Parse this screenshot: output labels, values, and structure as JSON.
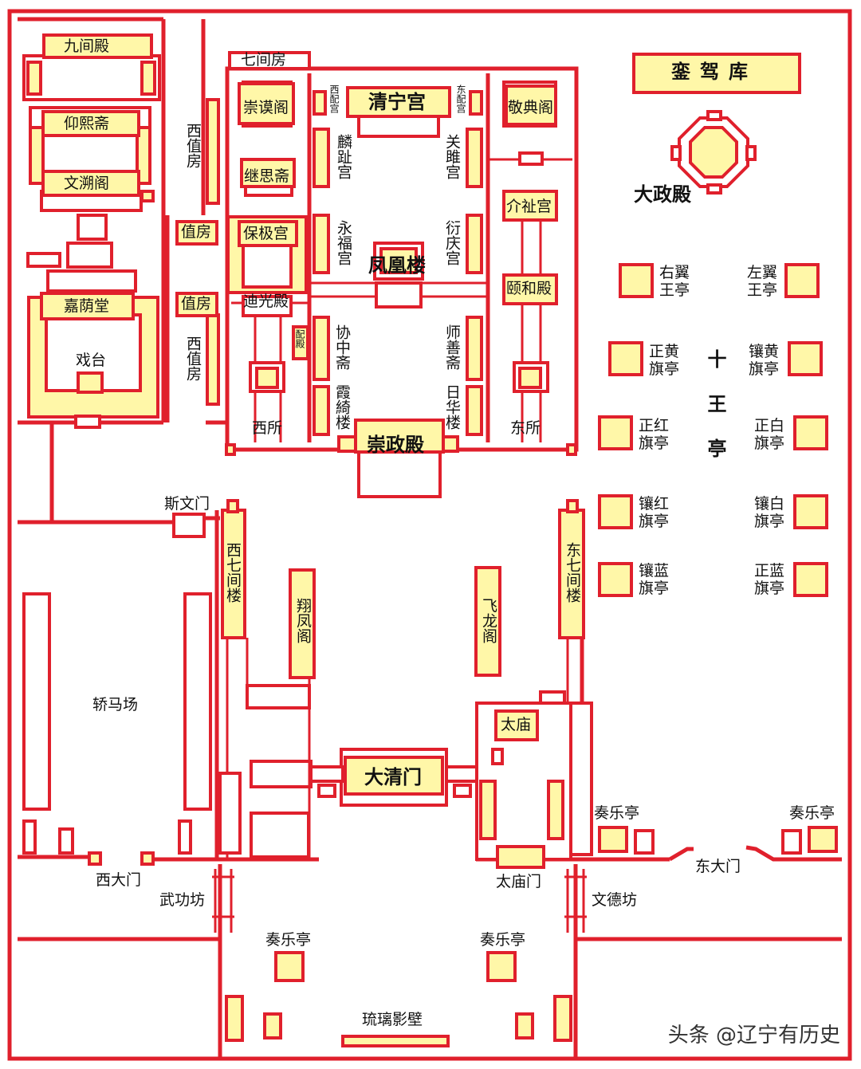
{
  "colors": {
    "wall": "#e0202c",
    "building": "#fff7a8",
    "background": "#ffffff"
  },
  "labels": {
    "jiujiandian": "九间殿",
    "yangxizhai": "仰熙斋",
    "wensuge": "文溯阁",
    "jiayintang": "嘉荫堂",
    "xitai": "戏台",
    "xizhifang_1": "西值房",
    "xizhifang_2": "西值房",
    "zhifang_1": "值房",
    "zhifang_2": "值房",
    "qijianfang": "七间房",
    "chongmoge": "崇谟阁",
    "jisizhai": "继思斋",
    "baojigong": "保极宫",
    "diguangdian": "迪光殿",
    "peidian": "配殿",
    "xisuo": "西所",
    "xipeigong": "西配宫",
    "dongpeigong": "东配宫",
    "qingninggong": "清宁宫",
    "linzhigong": "麟趾宫",
    "yongfugong": "永福宫",
    "guanjugong": "关雎宫",
    "yanqinggong": "衍庆宫",
    "fenghuanglou": "凤凰楼",
    "xiezhongzhai": "协中斋",
    "xiaqilou": "霞綺楼",
    "shishanzhai": "师善斋",
    "rihualou": "日华楼",
    "chongzhengdian": "崇政殿",
    "jingdiange": "敬典阁",
    "jiezhigong": "介祉宫",
    "yihedian": "颐和殿",
    "dongsuo": "东所",
    "luanjiaku": "銮驾库",
    "dazhengdian": "大政殿",
    "shiwangting": "十王亭",
    "youyiwangting": "右翼王亭",
    "zuoyiwangting": "左翼王亭",
    "zhenghuangqiting": "正黄旗亭",
    "xianghuangqiting": "镶黄旗亭",
    "zhenghongqiting": "正红旗亭",
    "zhengbaiqiting": "正白旗亭",
    "xianghongqiting": "镶红旗亭",
    "xiangbaiqiting": "镶白旗亭",
    "xianglanqiting": "镶蓝旗亭",
    "zhenglanqiting": "正蓝旗亭",
    "siwenmen": "斯文门",
    "xiqijianlou": "西七间楼",
    "dongqijianlou": "东七间楼",
    "xiangfengge": "翔凤阁",
    "feilongge": "飞龙阁",
    "jiaomachang": "轿马场",
    "taimiao": "太庙",
    "daqingmen": "大清门",
    "zouleting_1": "奏乐亭",
    "zouleting_2": "奏乐亭",
    "zouleting_3": "奏乐亭",
    "zouleting_4": "奏乐亭",
    "xidamen": "西大门",
    "dongdamen": "东大门",
    "taimiaomen": "太庙门",
    "wugongfang": "武功坊",
    "wendefang": "文德坊",
    "liuliyingbi": "琉璃影壁",
    "watermark": "头条 @辽宁有历史"
  }
}
